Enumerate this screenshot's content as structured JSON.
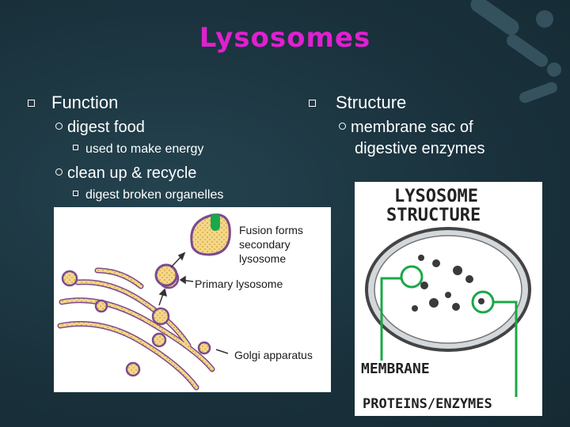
{
  "slide": {
    "title": "Lysosomes",
    "left": {
      "heading": "Function",
      "items": [
        {
          "label": "digest food",
          "sub": "used to make energy"
        },
        {
          "label": "clean up & recycle",
          "sub": "digest broken organelles"
        }
      ]
    },
    "right": {
      "heading": "Structure",
      "item_line1": "membrane sac of",
      "item_line2": "digestive enzymes"
    },
    "diagram_left": {
      "label_fusion_1": "Fusion forms",
      "label_fusion_2": "secondary",
      "label_fusion_3": "lysosome",
      "label_primary": "Primary lysosome",
      "label_golgi": "Golgi apparatus"
    },
    "diagram_right": {
      "title_1": "LYSOSOME",
      "title_2": "STRUCTURE",
      "label_membrane": "MEMBRANE",
      "label_proteins": "PROTEINS/ENZYMES"
    }
  },
  "colors": {
    "background": "#1c3540",
    "title": "#e020d0",
    "text": "#ffffff",
    "callout_green": "#1aa84a"
  }
}
